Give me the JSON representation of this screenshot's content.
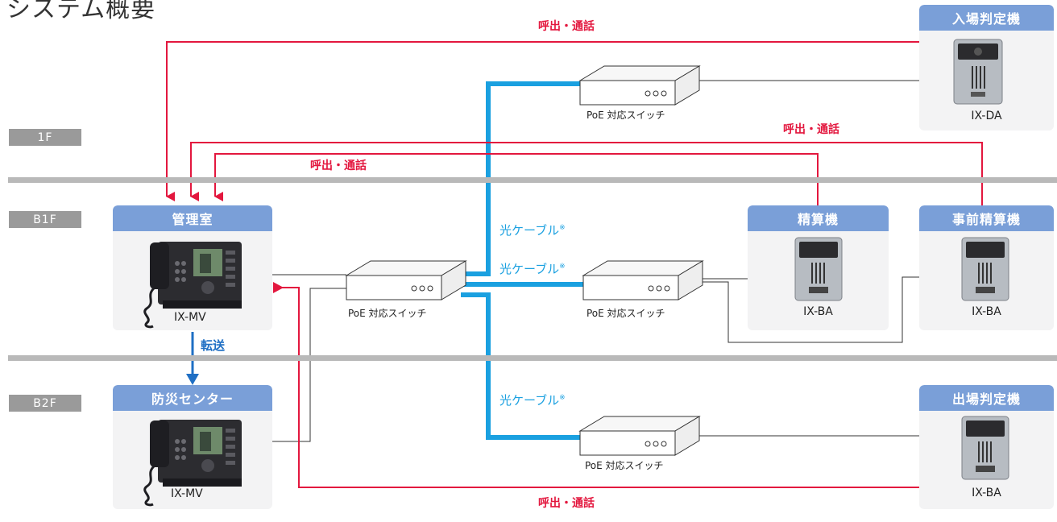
{
  "title": "システム概要",
  "floors": [
    "1F",
    "B1F",
    "B2F"
  ],
  "panels": {
    "entry": {
      "header": "入場判定機",
      "model": "IX-DA"
    },
    "office": {
      "header": "管理室",
      "model": "IX-MV"
    },
    "payment": {
      "header": "精算機",
      "model": "IX-BA"
    },
    "prepay": {
      "header": "事前精算機",
      "model": "IX-BA"
    },
    "disaster": {
      "header": "防災センター",
      "model": "IX-MV"
    },
    "exit": {
      "header": "出場判定機",
      "model": "IX-BA"
    }
  },
  "switch_label": "PoE 対応スイッチ",
  "call_label": "呼出・通話",
  "fiber_label": "光ケーブル",
  "fiber_mark": "※",
  "transfer_label": "転送",
  "colors": {
    "call": "#e3173e",
    "fiber": "#1aa0e0",
    "transfer": "#1f6fc4",
    "panel_header": "#7a9fd8",
    "floor_band": "#b9b9b9",
    "floor_tag": "#9a9a9a"
  }
}
